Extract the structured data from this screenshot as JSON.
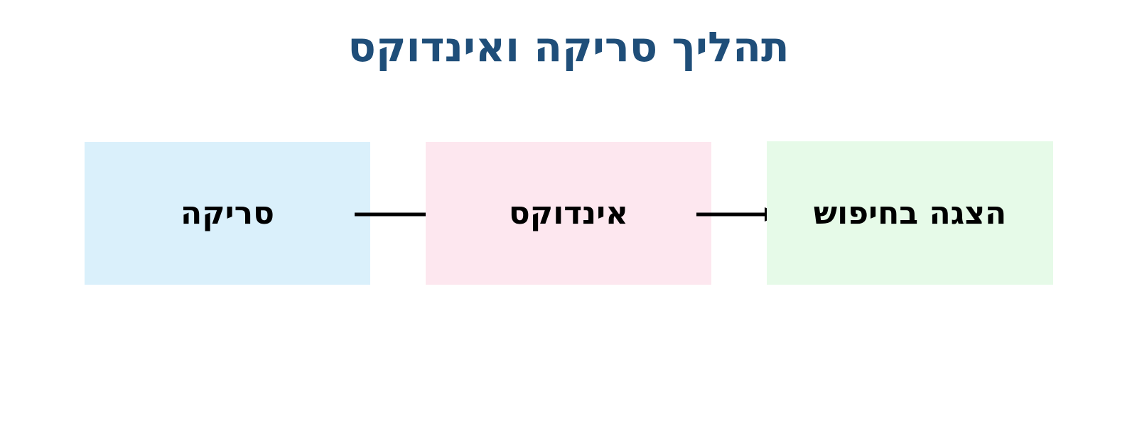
{
  "title": "תהליך סריקה ואינדוקס",
  "colors": {
    "background": "#FFFFFF",
    "title": "#1F4E79",
    "label": "#000000",
    "arrow": "#000000"
  },
  "flow": {
    "nodes": [
      {
        "id": "scan",
        "label": "סריקה",
        "fill": "#DAF0FB"
      },
      {
        "id": "index",
        "label": "אינדוקס",
        "fill": "#FDE7EF"
      },
      {
        "id": "search-display",
        "label": "הצגה בחיפוש",
        "fill": "#E6FAE8"
      }
    ],
    "arrows": [
      {
        "from": "scan",
        "to": "index"
      },
      {
        "from": "index",
        "to": "search-display"
      }
    ]
  }
}
